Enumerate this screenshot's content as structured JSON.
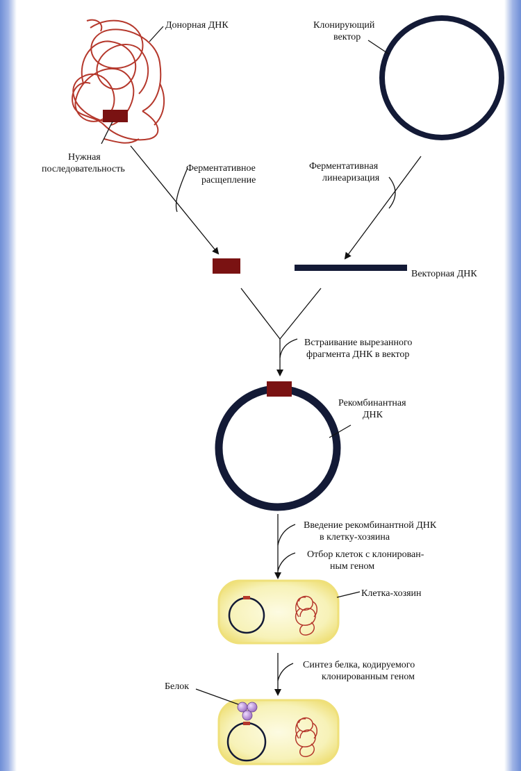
{
  "labels": {
    "donor_dna": "Донорная ДНК",
    "cloning_vector_1": "Клонирующий",
    "cloning_vector_2": "вектор",
    "target_seq_1": "Нужная",
    "target_seq_2": "последовательность",
    "enzymatic_cleavage_1": "Ферментативное",
    "enzymatic_cleavage_2": "расщепление",
    "enzymatic_linearization_1": "Ферментативная",
    "enzymatic_linearization_2": "линеаризация",
    "vector_dna": "Векторная ДНК",
    "insertion_1": "Встраивание вырезанного",
    "insertion_2": "фрагмента ДНК в вектор",
    "recombinant_dna_1": "Рекомбинантная",
    "recombinant_dna_2": "ДНК",
    "introduction_1": "Введение рекомбинантной ДНК",
    "introduction_2": "в клетку-хозяина",
    "selection_1": "Отбор клеток с клонирован-",
    "selection_2": "ным геном",
    "host_cell": "Клетка-хозяин",
    "synthesis_1": "Синтез белка, кодируемого",
    "synthesis_2": "клонированным геном",
    "protein": "Белок"
  },
  "colors": {
    "dna_strand": "#b5382c",
    "insert_block": "#7a1212",
    "vector_ring": "#131a36",
    "cell_fill": "#f7f2b8",
    "cell_glow": "#f2e070",
    "protein": "#b58ad6"
  }
}
